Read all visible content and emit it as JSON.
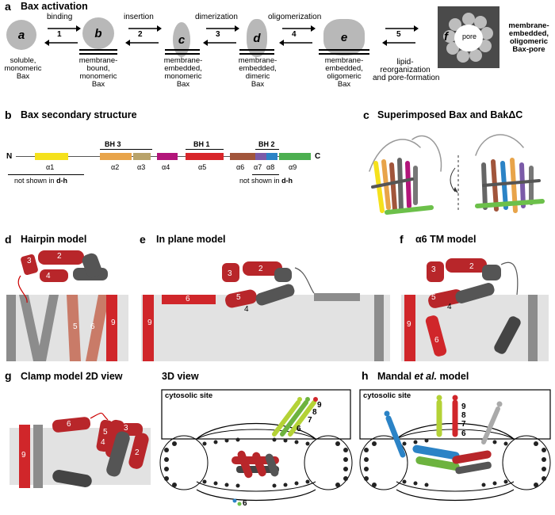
{
  "panel_a": {
    "letter": "a",
    "title": "Bax activation",
    "states": [
      {
        "id": "a",
        "label": "soluble,\nmonomeric\nBax"
      },
      {
        "id": "b",
        "label": "membrane-\nbound,\nmonomeric\nBax"
      },
      {
        "id": "c",
        "label": "membrane-\nembedded,\nmonomeric\nBax"
      },
      {
        "id": "d",
        "label": "membrane-\nembedded,\ndimeric\nBax"
      },
      {
        "id": "e",
        "label": "membrane-\nembedded,\noligomeric\nBax"
      },
      {
        "id": "f",
        "label": "membrane-\nembedded,\noligomeric\nBax-pore"
      }
    ],
    "steps": [
      {
        "num": "1",
        "name": "binding"
      },
      {
        "num": "2",
        "name": "insertion"
      },
      {
        "num": "3",
        "name": "dimerization"
      },
      {
        "num": "4",
        "name": "oligomerization"
      },
      {
        "num": "5",
        "name": "lipid-\nreorganization\nand pore-formation"
      }
    ],
    "pore_label": "pore"
  },
  "panel_b": {
    "letter": "b",
    "title": "Bax secondary structure",
    "n_term": "N",
    "c_term": "C",
    "helices": [
      {
        "name": "α1",
        "color": "#f5e11c"
      },
      {
        "name": "α2",
        "color": "#e8a44a"
      },
      {
        "name": "α3",
        "color": "#b9a36a"
      },
      {
        "name": "α4",
        "color": "#b2157a"
      },
      {
        "name": "α5",
        "color": "#d8262a"
      },
      {
        "name": "α6",
        "color": "#a1553b"
      },
      {
        "name": "α7",
        "color": "#7b5ba8"
      },
      {
        "name": "α8",
        "color": "#2b83c6"
      },
      {
        "name": "α9",
        "color": "#4caf50"
      }
    ],
    "bh_domains": [
      "BH 3",
      "BH 1",
      "BH 2"
    ],
    "not_shown_prefix": "not shown in",
    "not_shown_ref": "d-h"
  },
  "panel_c": {
    "letter": "c",
    "title": "Superimposed Bax and BakΔC"
  },
  "panel_d": {
    "letter": "d",
    "title": "Hairpin model",
    "helix_labels": [
      "3",
      "2",
      "4",
      "5",
      "6",
      "9"
    ]
  },
  "panel_e": {
    "letter": "e",
    "title": "In plane model",
    "helix_labels": [
      "3",
      "2",
      "5",
      "4",
      "6",
      "9"
    ]
  },
  "panel_f": {
    "letter": "f",
    "title": "α6 TM model",
    "helix_labels": [
      "3",
      "2",
      "5",
      "4",
      "6",
      "9"
    ]
  },
  "panel_g": {
    "letter": "g",
    "title": "Clamp model 2D view",
    "title_3d": "3D view",
    "site_label": "cytosolic site",
    "helix_labels": [
      "6",
      "4",
      "5",
      "3",
      "2",
      "9"
    ],
    "stack_labels": [
      "9",
      "8",
      "7",
      "6"
    ],
    "lower_label": "6"
  },
  "panel_h": {
    "letter": "h",
    "title": "Mandal et al. model",
    "title_pre": "Mandal",
    "title_italic": "et al.",
    "title_post": "model",
    "site_label": "cytosolic site",
    "stack_labels": [
      "9",
      "8",
      "7",
      "6"
    ]
  }
}
